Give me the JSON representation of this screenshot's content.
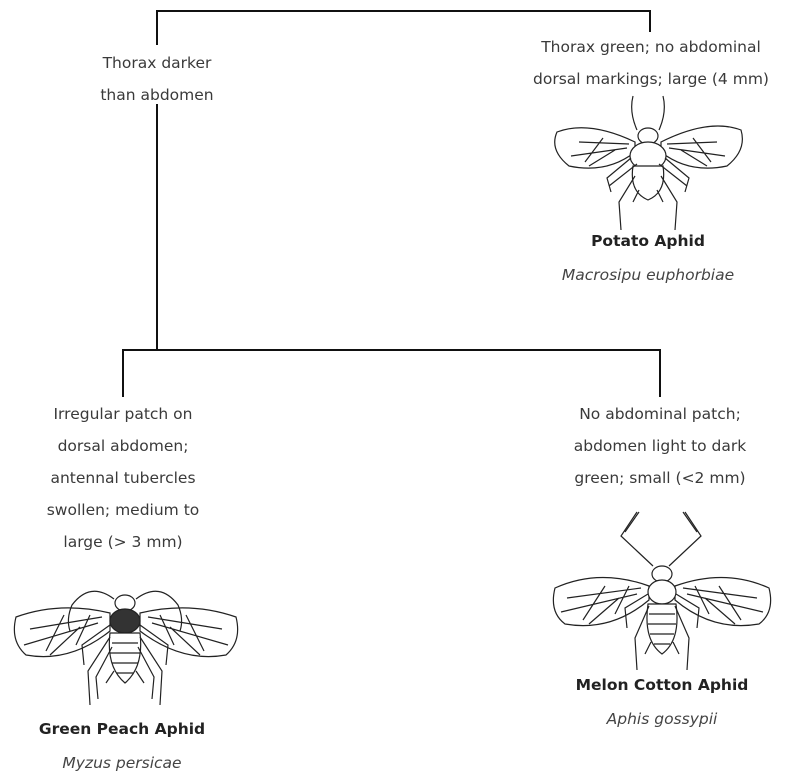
{
  "nodes": {
    "thorax_darker": {
      "lines": [
        "Thorax darker",
        "than abdomen"
      ]
    },
    "potato": {
      "lines": [
        "Thorax green; no abdominal",
        "dorsal markings; large (4 mm)"
      ],
      "common_name": "Potato Aphid",
      "scientific_name": "Macrosipu euphorbiae"
    },
    "green_peach": {
      "lines": [
        "Irregular patch on",
        "dorsal abdomen;",
        "antennal tubercles",
        "swollen; medium to",
        "large (> 3 mm)"
      ],
      "common_name": "Green Peach Aphid",
      "scientific_name": "Myzus persicae"
    },
    "melon_cotton": {
      "lines": [
        "No abdominal patch;",
        "abdomen light to dark",
        "green; small (<2 mm)"
      ],
      "common_name": "Melon Cotton Aphid",
      "scientific_name": "Aphis gossypii"
    }
  },
  "icons": [
    "potato-aphid-illustration",
    "green-peach-aphid-illustration",
    "melon-cotton-aphid-illustration"
  ],
  "colors": {
    "lines": "#111111",
    "text": "#3a3a3a"
  }
}
